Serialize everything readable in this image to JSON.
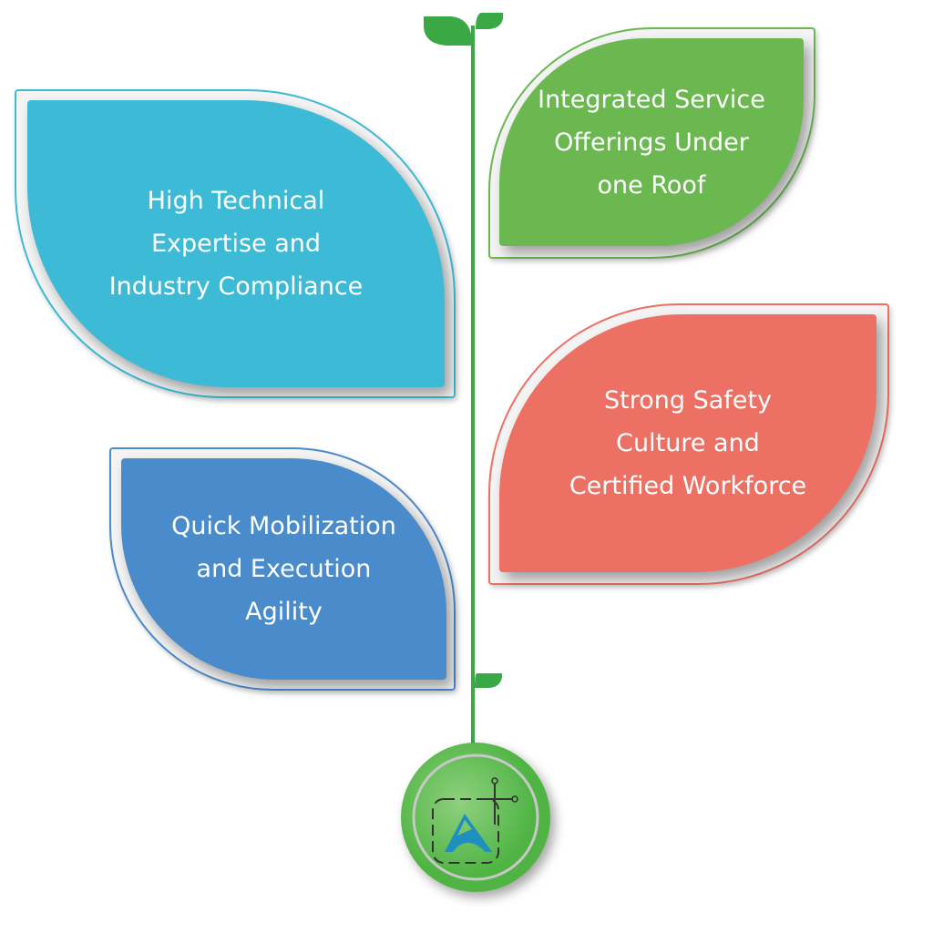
{
  "leaves": [
    {
      "label": "High Technical\nExpertise and\nIndustry Compliance",
      "color": "#3dbbd6"
    },
    {
      "label": "Integrated Service\nOfferings Under\none Roof",
      "color": "#6ab84f"
    },
    {
      "label": "Strong Safety\nCulture and\nCertified Workforce",
      "color": "#ec7063"
    },
    {
      "label": "Quick Mobilization\nand Execution\nAgility",
      "color": "#4a8bcb"
    }
  ],
  "logo": {
    "name": "A logo",
    "ring_color": "#5cbf4e",
    "mark_color": "#1f8fbf"
  }
}
